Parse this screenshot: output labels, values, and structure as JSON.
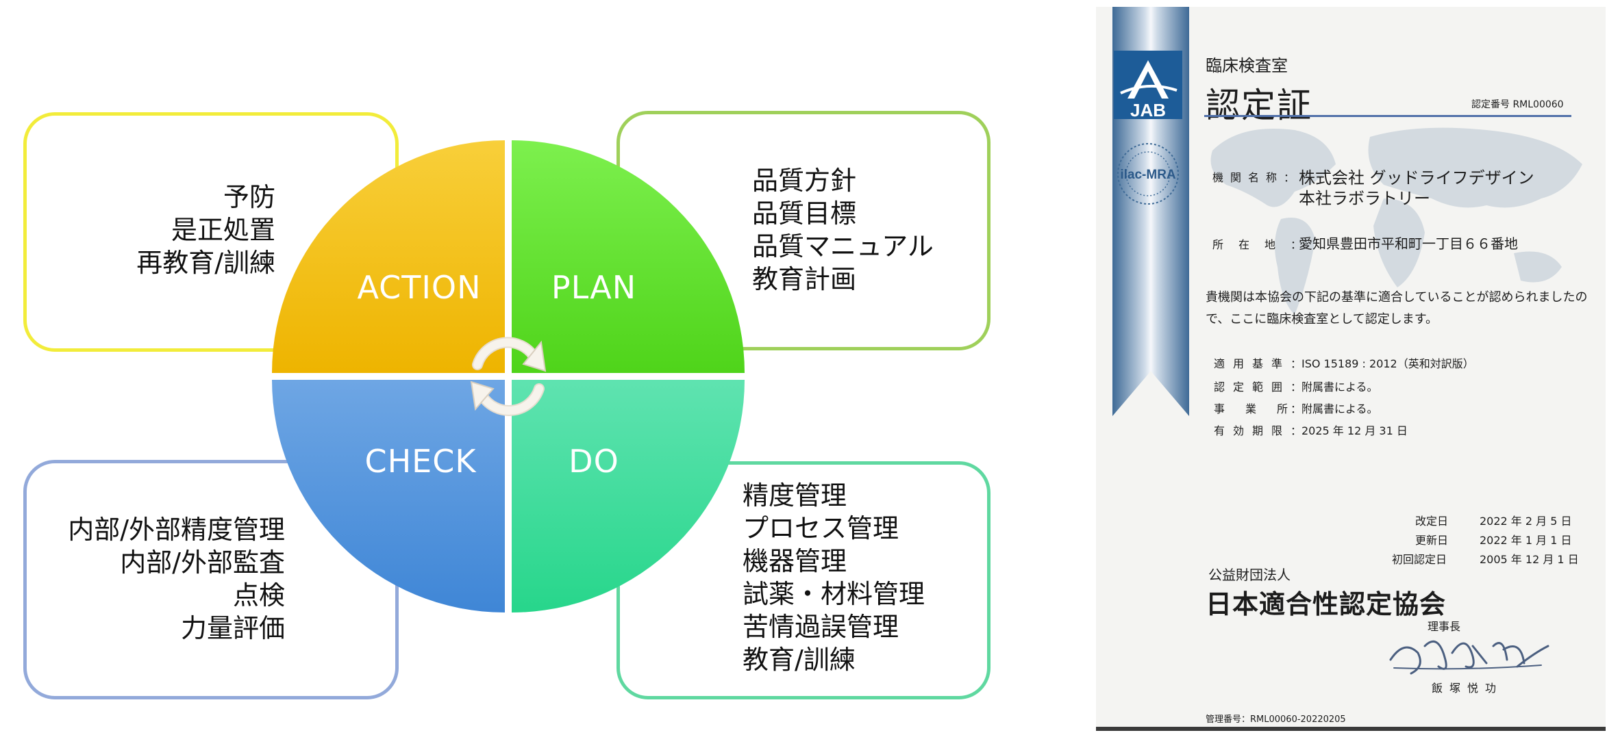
{
  "pdca": {
    "action": {
      "label": "ACTION",
      "items": [
        "予防",
        "是正処置",
        "再教育/訓練"
      ],
      "color": "#f2c20e"
    },
    "plan": {
      "label": "PLAN",
      "items": [
        "品質方針",
        "品質目標",
        "品質マニュアル",
        "教育計画"
      ],
      "color": "#5fd930"
    },
    "check": {
      "label": "CHECK",
      "items": [
        "内部/外部精度管理",
        "内部/外部監査",
        "点検",
        "力量評価"
      ],
      "color": "#4e90dc"
    },
    "do": {
      "label": "DO",
      "items": [
        "精度管理",
        "プロセス管理",
        "機器管理",
        "試薬・材料管理",
        "苦情過誤管理",
        "教育/訓練"
      ],
      "color": "#33dd9b"
    }
  },
  "certificate": {
    "logos": {
      "jab": "JAB",
      "ilac": "ilac-MRA"
    },
    "lab_type": "臨床検査室",
    "title": "認定証",
    "number": "認定番号 RML00060",
    "org_label": "機関名称：",
    "org_name_1": "株式会社 グッドライフデザイン",
    "org_name_2": "本社ラボラトリー",
    "address_label": "所在地：",
    "address": "愛知県豊田市平和町一丁目６６番地",
    "body_1": "貴機関は本協会の下記の基準に適合していることが認められましたの",
    "body_2": "で、ここに臨床検査室として認定します。",
    "rows": [
      {
        "label": "適用基準",
        "value": "：ISO 15189 : 2012（英和対訳版）"
      },
      {
        "label": "認定範囲",
        "value": "：附属書による。"
      },
      {
        "label": "事業所",
        "value": "：附属書による。"
      },
      {
        "label": "有効期限",
        "value": "：2025 年 12 月 31 日"
      }
    ],
    "dates": [
      {
        "label": "改定日",
        "value": "2022 年 2 月 5 日"
      },
      {
        "label": "更新日",
        "value": "2022 年 1 月 1 日"
      },
      {
        "label": "初回認定日",
        "value": "2005 年 12 月 1 日"
      }
    ],
    "issuer_type": "公益財団法人",
    "issuer_name": "日本適合性認定協会",
    "chair_title": "理事長",
    "signature": "飯塚悦功",
    "signer_name": "飯塚悦功",
    "mgmt_number": "管理番号：RML00060-20220205"
  }
}
